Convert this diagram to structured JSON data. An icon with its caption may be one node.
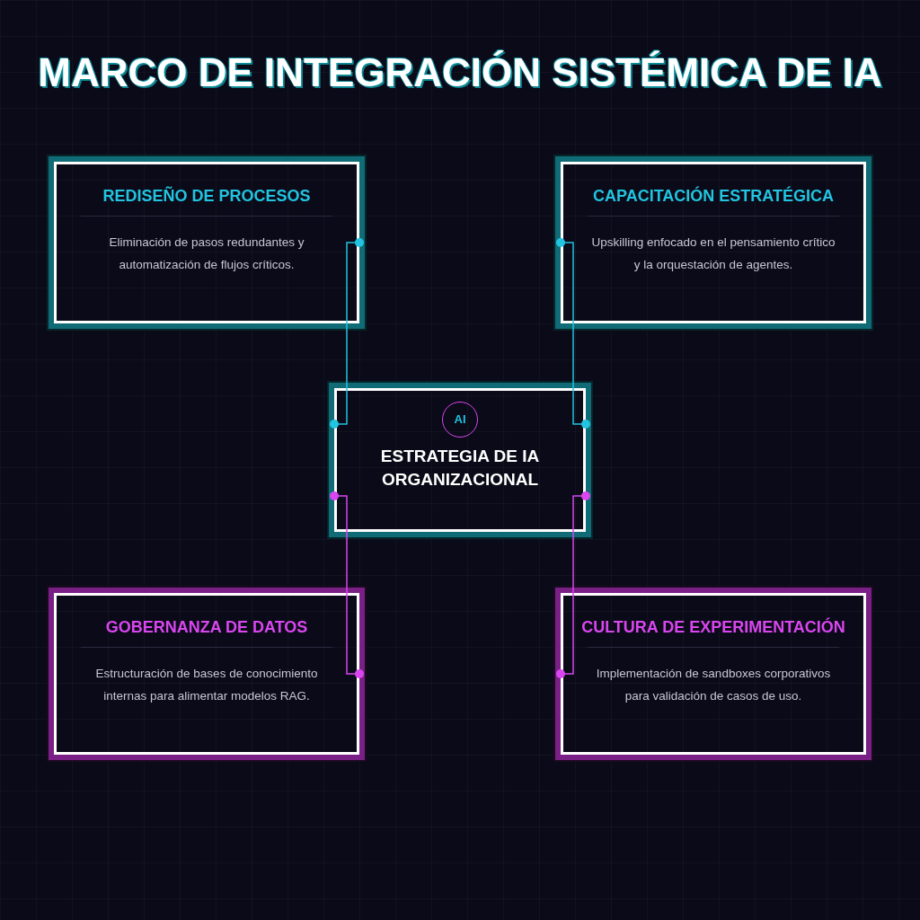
{
  "diagram": {
    "title": "MARCO DE INTEGRACIÓN SISTÉMICA DE IA",
    "nodes": [
      {
        "text": [
          "REDISEÑO DE PROCESOS",
          "Eliminación de pasos redundantes y automatización de flujos críticos."
        ]
      },
      {
        "text": [
          "CAPACITACIÓN ESTRATÉGICA",
          "Upskilling enfocado en el pensamiento crítico y la orquestación de agentes."
        ]
      },
      {
        "text": [
          "ESTRATEGIA DE IA ORGANIZACIONAL"
        ]
      },
      {
        "text": [
          "AI"
        ],
        "in": 2
      },
      {
        "text": [
          "GOBERNANZA DE DATOS",
          "Estructuración de bases de conocimiento internas para alimentar modelos RAG."
        ]
      },
      {
        "text": [
          "CULTURA DE EXPERIMENTACIÓN",
          "Implementación de sandboxes corporativos para validación de casos de uso."
        ]
      }
    ],
    "edges": [
      {
        "from": 0,
        "to": 2,
        "arrow": "other",
        "color": "#22c4e0"
      },
      {
        "from": 1,
        "to": 2,
        "arrow": "other",
        "color": "#22c4e0"
      },
      {
        "from": 2,
        "to": 4,
        "arrow": "other",
        "color": "#d946ef"
      },
      {
        "from": 2,
        "to": 5,
        "arrow": "other",
        "color": "#d946ef"
      }
    ]
  }
}
